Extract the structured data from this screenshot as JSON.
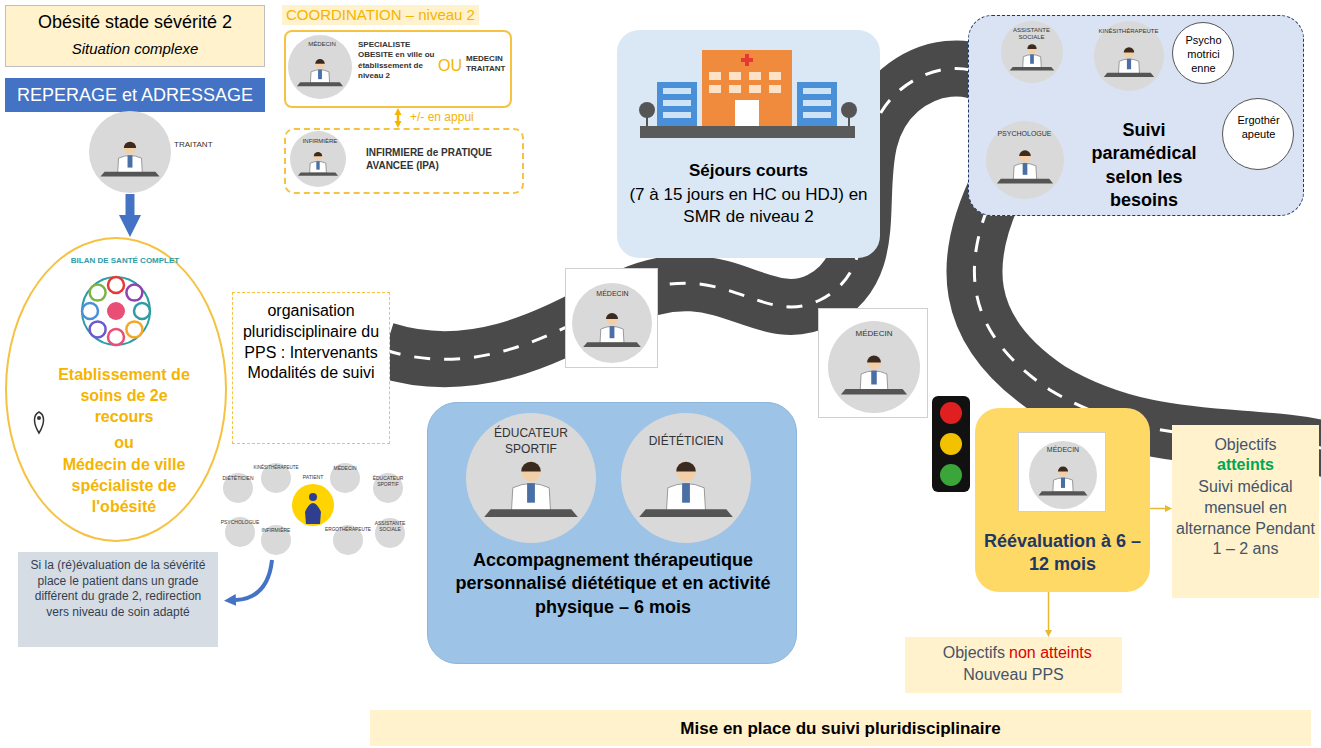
{
  "diagram": {
    "nodes": [
      {
        "text": [
          "Obésité stade sévérité 2",
          "Situation complexe"
        ]
      },
      {
        "text": [
          "REPERAGE et ADRESSAGE"
        ]
      },
      {
        "text": [
          "TRAITANT"
        ]
      },
      {
        "text": [
          "Etablissement de soins de 2e recours",
          "ou",
          "Médecin de ville spécialiste de l'obésité"
        ]
      },
      {
        "text": [
          "organisation pluridisciplinaire du PPS : Intervenants Modalités de suivi"
        ]
      },
      {
        "text": [
          "Si la (ré)évaluation de la sévérité place le patient dans un grade différent du grade 2, redirection vers niveau de soin adapté"
        ]
      },
      {
        "text": [
          "COORDINATION – niveau 2"
        ]
      },
      {
        "text": [
          "MÉDECIN",
          "SPECIALISTE OBESITE en ville ou établissement de niveau 2",
          "OU",
          "MEDECIN TRAITANT"
        ],
        "in": 6
      },
      {
        "text": [
          "INFIRMIÈRE",
          "INFIRMIERE de PRATIQUE AVANCEE (IPA)"
        ],
        "in": 6
      },
      {
        "text": [
          "Séjours courts",
          "(7 à 15 jours en HC ou HDJ) en SMR de niveau 2"
        ]
      },
      {
        "text": [
          "Suivi paramédical selon les besoins"
        ]
      },
      {
        "text": [
          "ASSISTANTE SOCIALE"
        ],
        "in": 10
      },
      {
        "text": [
          "KINÉSITHÉRAPEUTE"
        ],
        "in": 10
      },
      {
        "text": [
          "Psychomotricienne"
        ],
        "in": 10
      },
      {
        "text": [
          "PSYCHOLOGUE"
        ],
        "in": 10
      },
      {
        "text": [
          "Ergothérapeute"
        ],
        "in": 10
      },
      {
        "text": [
          "MÉDECIN"
        ]
      },
      {
        "text": [
          "MÉDECIN"
        ]
      },
      {
        "text": [
          "Accompagnement thérapeutique personnalisé diététique et en activité physique – 6 mois"
        ]
      },
      {
        "text": [
          "ÉDUCATEUR SPORTIF"
        ],
        "in": 18
      },
      {
        "text": [
          "DIÉTÉTICIEN"
        ],
        "in": 18
      },
      {
        "text": [
          "Réévaluation à 6 – 12 mois"
        ]
      },
      {
        "text": [
          "MÉDECIN"
        ],
        "in": 21
      },
      {
        "text": [
          "Objectifs",
          "atteints",
          "Suivi médical mensuel en alternance Pendant 1 – 2 ans"
        ]
      },
      {
        "text": [
          "Objectifs",
          "non atteints",
          "Nouveau PPS"
        ]
      },
      {
        "text": [
          "Mise en place du suivi pluridisciplinaire"
        ]
      }
    ],
    "edges": [
      {
        "from": 2,
        "to": 3,
        "arrow": "to"
      },
      {
        "from": 7,
        "to": 8,
        "label": "+/- en appui",
        "arrow": "both"
      },
      {
        "from": 21,
        "to": 23,
        "arrow": "to"
      },
      {
        "from": 21,
        "to": 24,
        "arrow": "to"
      }
    ],
    "labels": [
      "BILAN DE SANTÉ COMPLET",
      "DIÉTÉTICIEN",
      "KINÉSITHÉRAPEUTE",
      "MÉDECIN",
      "ÉDUCATEUR SPORTIF",
      "PSYCHOLOGUE",
      "INFIRMIÈRE",
      "PATIENT",
      "ERGOTHÉRAPEUTE",
      "ASSISTANTE SOCIALE"
    ]
  }
}
